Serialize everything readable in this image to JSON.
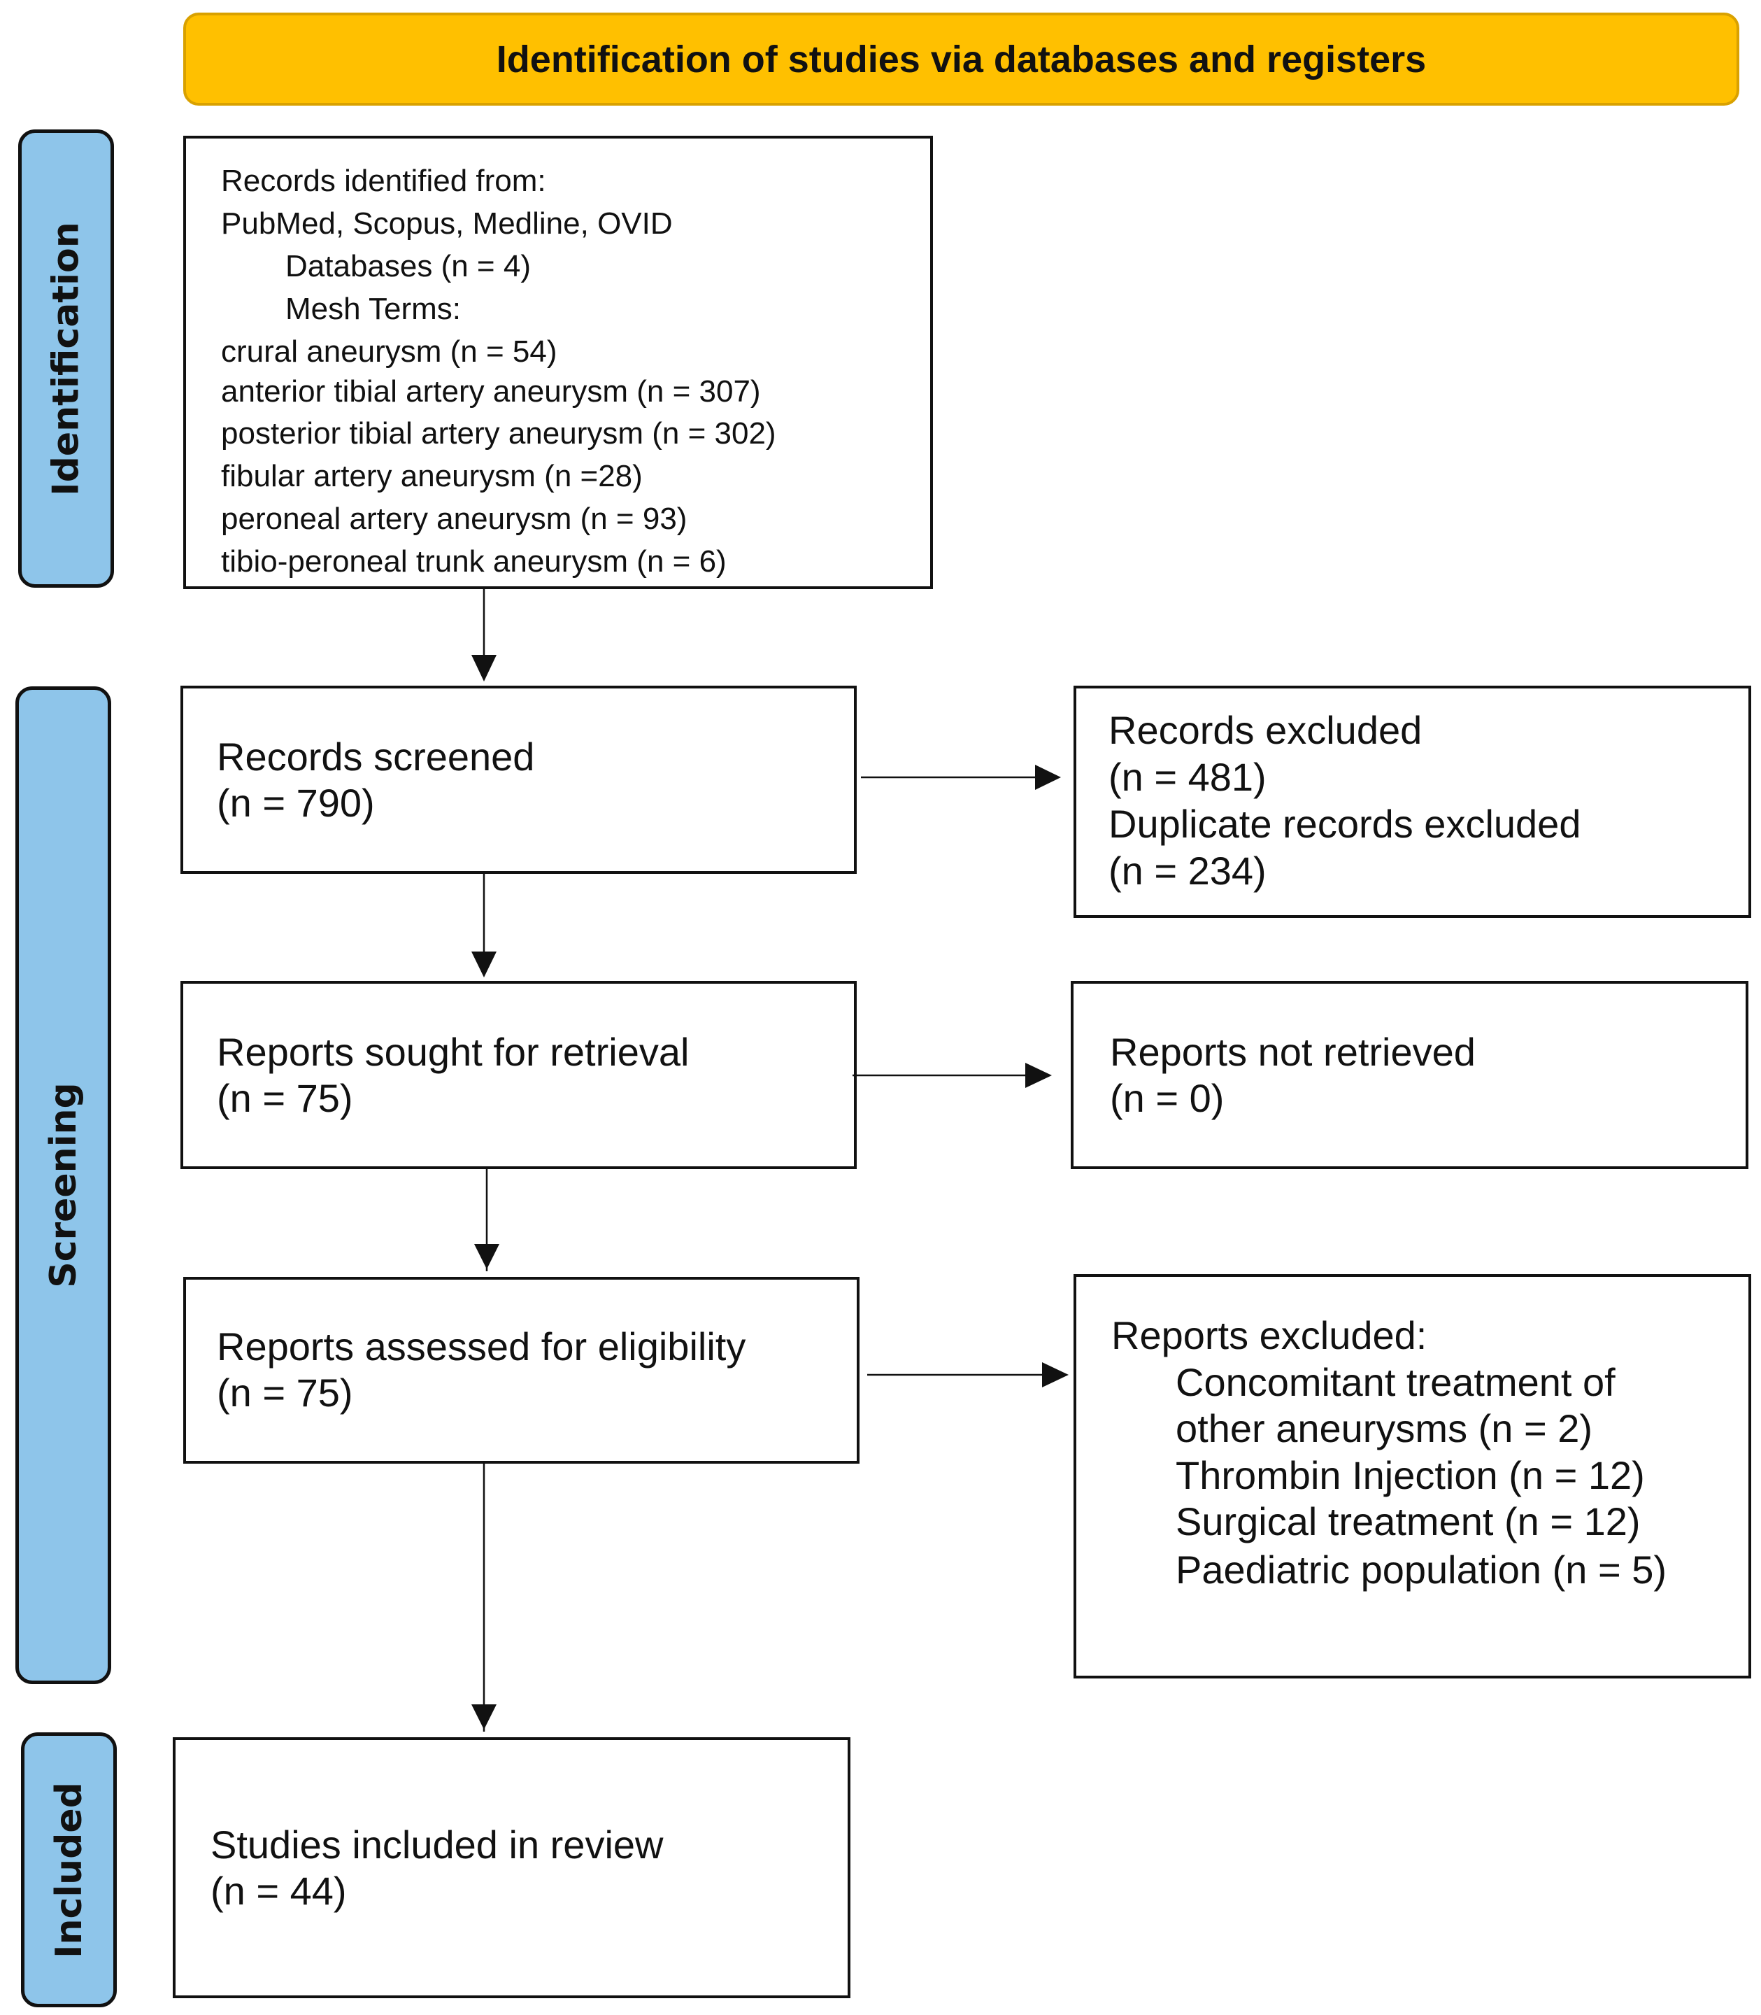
{
  "header": {
    "title": "Identification of studies via databases and registers",
    "color": "#FFC000"
  },
  "phases": {
    "identification": "Identification",
    "screening": "Screening",
    "included": "Included",
    "color": "#8EC5EA"
  },
  "identification_box": {
    "lines": [
      "Records identified from:",
      "PubMed, Scopus, Medline, OVID",
      "Databases (n = 4)",
      "Mesh Terms:",
      "crural aneurysm (n = 54)",
      "anterior tibial artery aneurysm (n = 307)",
      "posterior tibial artery aneurysm (n = 302)",
      "fibular artery aneurysm (n =28)",
      "peroneal artery aneurysm (n = 93)",
      "tibio-peroneal trunk aneurysm (n = 6)"
    ]
  },
  "records_screened": {
    "label": "Records screened",
    "count": "(n = 790)"
  },
  "records_excluded": {
    "label": "Records excluded",
    "count": "(n = 481)",
    "label2": "Duplicate records excluded",
    "count2": "(n = 234)"
  },
  "reports_sought": {
    "label": "Reports sought for retrieval",
    "count": "(n = 75)"
  },
  "reports_not_retrieved": {
    "label": "Reports not retrieved",
    "count": "(n = 0)"
  },
  "reports_assessed": {
    "label": "Reports assessed for eligibility",
    "count": "(n = 75)"
  },
  "reports_excluded": {
    "label": "Reports excluded:",
    "items": [
      "Concomitant treatment of",
      "other aneurysms (n = 2)",
      "Thrombin Injection (n = 12)",
      "Surgical treatment (n = 12)",
      "Paediatric population (n = 5)"
    ]
  },
  "studies_included": {
    "label": "Studies included in review",
    "count": "(n = 44)"
  }
}
